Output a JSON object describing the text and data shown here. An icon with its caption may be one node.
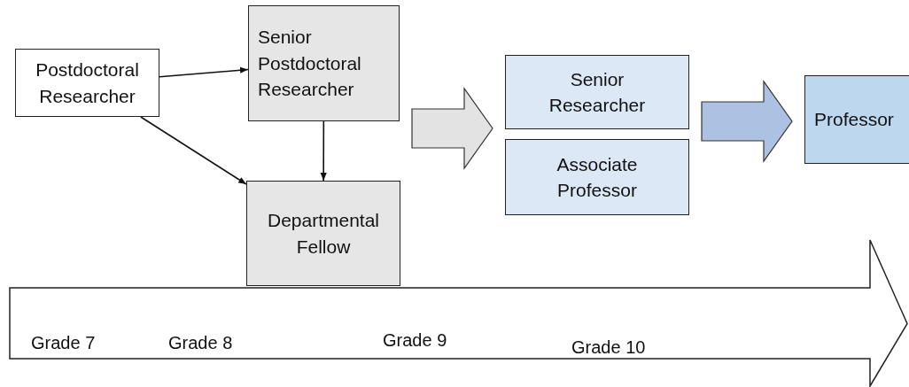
{
  "diagram": {
    "nodes": [
      {
        "text": [
          "Postdoctoral Researcher"
        ]
      },
      {
        "text": [
          "Senior Postdoctoral Researcher"
        ]
      },
      {
        "text": [
          "Departmental Fellow"
        ]
      },
      {
        "text": [
          "Senior Researcher"
        ]
      },
      {
        "text": [
          "Associate Professor"
        ]
      },
      {
        "text": [
          "Professor"
        ]
      },
      {
        "text": [
          "Grade 7",
          "Grade 8",
          "Grade 9",
          "Grade 10"
        ]
      }
    ],
    "edges": [
      {
        "from": 0,
        "to": 1,
        "arrow": "to"
      },
      {
        "from": 0,
        "to": 2,
        "arrow": "to"
      },
      {
        "from": 1,
        "to": 2,
        "arrow": "to"
      },
      {
        "from": 1,
        "to": 3,
        "arrow": "to",
        "style": "thick",
        "color": "#e3e3e3"
      },
      {
        "from": 3,
        "to": 5,
        "arrow": "to",
        "style": "thick",
        "color": "#adc1e3"
      }
    ]
  }
}
